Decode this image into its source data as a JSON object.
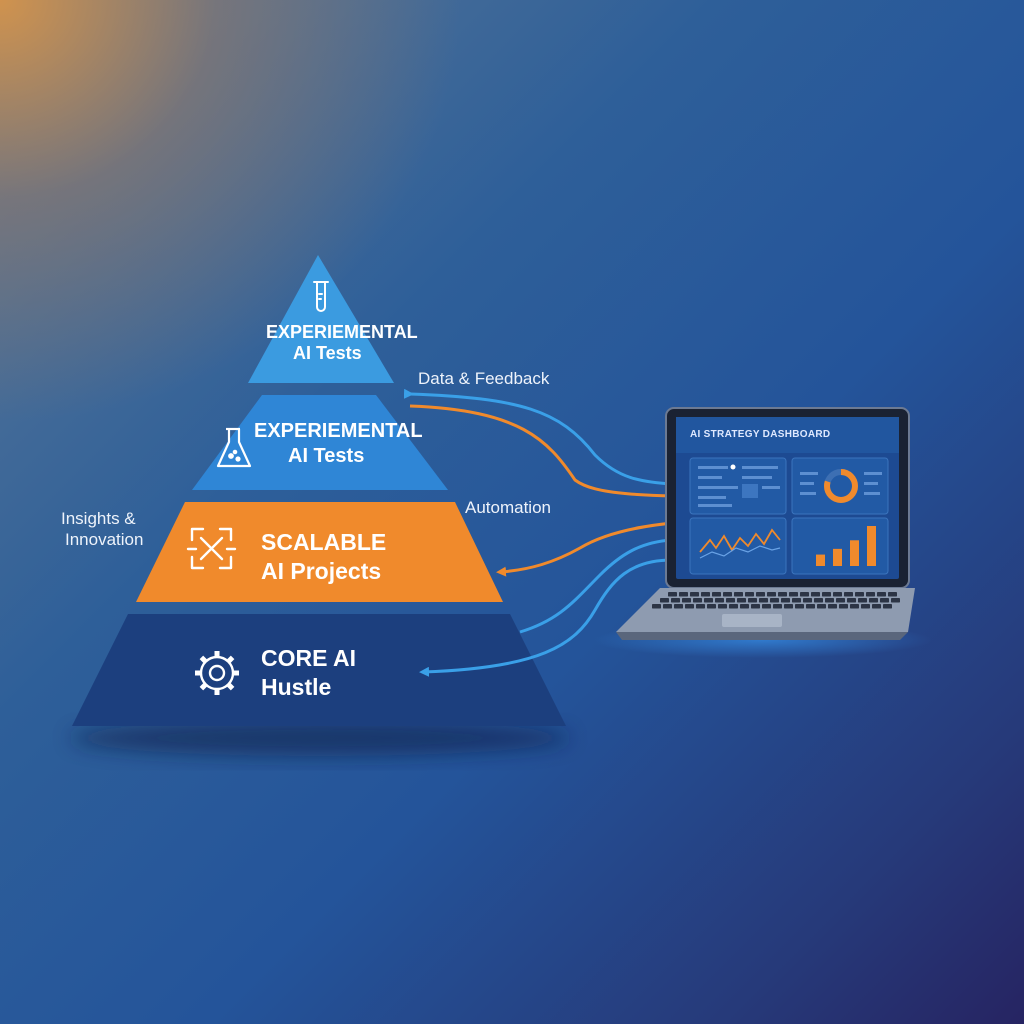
{
  "pyramid": {
    "tier_top": {
      "line1": "EXPERIEMENTAL",
      "line2": "AI Tests",
      "icon": "test-tube-icon",
      "color": "#3b9be0"
    },
    "tier_upper": {
      "line1": "EXPERIEMENTAL",
      "line2": "AI Tests",
      "icon": "flask-icon",
      "color": "#2f86d6"
    },
    "tier_middle": {
      "line1": "SCALABLE",
      "line2": "AI Projects",
      "icon": "arrows-expand-icon",
      "color": "#f08a2c"
    },
    "tier_base": {
      "line1": "CORE AI",
      "line2": "Hustle",
      "icon": "gear-icon",
      "color": "#1c3f7e"
    }
  },
  "flows": {
    "data_feedback": "Data & Feedback",
    "automation": "Automation",
    "insights": {
      "line1": "Insights &",
      "line2": "Innovation"
    }
  },
  "laptop": {
    "dashboard_title": "AI STRATEGY DASHBOARD",
    "bar_values": [
      2,
      3,
      4.5,
      7
    ],
    "donut_percent": 80
  },
  "colors": {
    "blue_arrow": "#3aa0e8",
    "orange_arrow": "#f08a2c"
  }
}
